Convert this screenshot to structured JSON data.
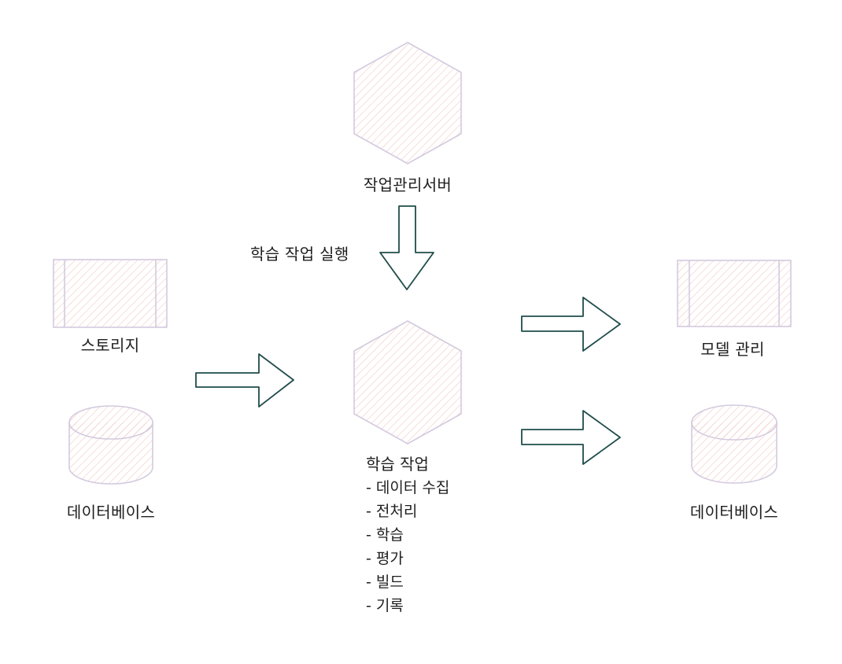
{
  "colors": {
    "stroke": "#d4cadf",
    "hatch": "#f2cdc4",
    "arrow": "#1f4d4a",
    "text": "#1e1e1e"
  },
  "nodes": {
    "job_server": {
      "label": "작업관리서버",
      "shape": "hexagon"
    },
    "job_exec_label": "학습 작업 실행",
    "storage": {
      "label": "스토리지",
      "shape": "storage-box"
    },
    "database_left": {
      "label": "데이터베이스",
      "shape": "cylinder"
    },
    "training_job": {
      "title": "학습 작업",
      "shape": "hexagon",
      "steps": [
        "- 데이터 수집",
        "- 전처리",
        "- 학습",
        "- 평가",
        "- 빌드",
        "- 기록"
      ]
    },
    "model_mgmt": {
      "label": "모델 관리",
      "shape": "storage-box"
    },
    "database_right": {
      "label": "데이터베이스",
      "shape": "cylinder"
    }
  }
}
